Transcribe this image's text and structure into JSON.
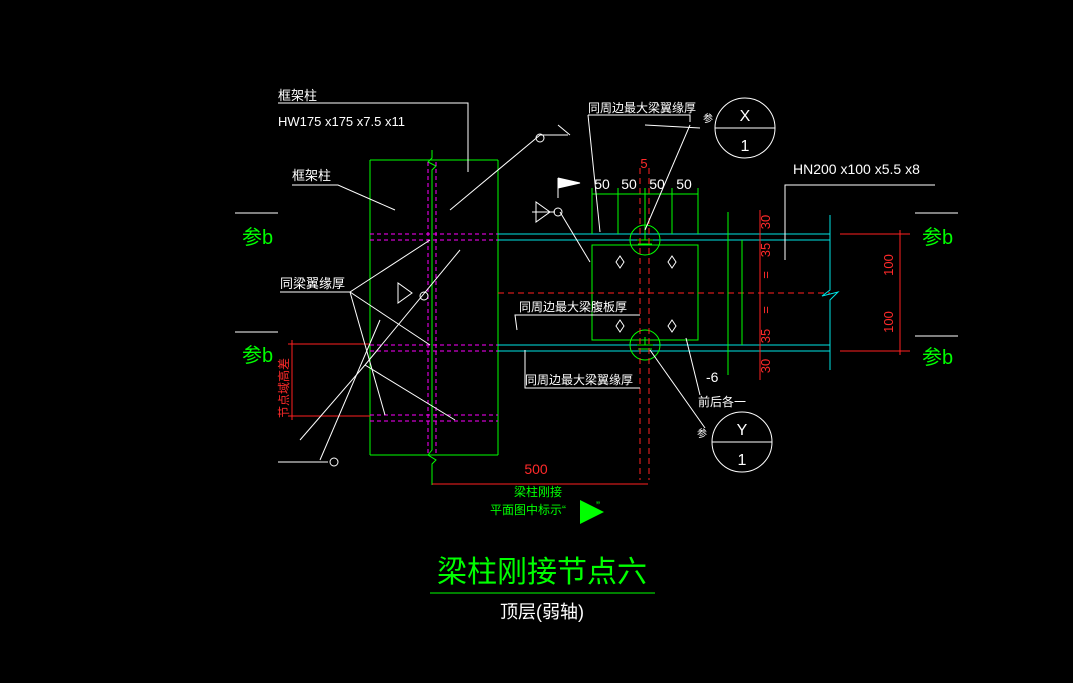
{
  "colors": {
    "background": "#000000",
    "column": "#00ff00",
    "beam": "#00e5e5",
    "stiffener": "#ff00ff",
    "dimension": "#ff2020",
    "leader": "#ffffff",
    "symbol": "#00ff00"
  },
  "labels": {
    "frame_column_title": "框架柱",
    "frame_column_section": "HW175 x175 x7.5 x11",
    "frame_column": "框架柱",
    "same_flange": "同梁翼缘厚",
    "node_height_note": "节点域高差",
    "top_flange_note": "同周边最大梁翼缘厚",
    "web_plate_note": "同周边最大梁腹板厚",
    "bottom_flange_note": "同周边最大梁翼缘厚",
    "beam_section": "HN200 x100 x5.5 x8",
    "plate_thk": "-6",
    "front_back": "前后各一",
    "rigid_note_1": "梁柱刚接",
    "rigid_note_2": "平面图中标示“",
    "rigid_note_3": "”",
    "title": "梁柱刚接节点六",
    "subtitle": "顶层(弱轴)"
  },
  "refs": {
    "ref_b_tl": "参b",
    "ref_b_ml": "参b",
    "ref_b_tr": "参b",
    "ref_b_br": "参b",
    "ref_x_prefix": "参",
    "ref_x_top": "X",
    "ref_x_bottom": "1",
    "ref_y_prefix": "参",
    "ref_y_top": "Y",
    "ref_y_bottom": "1"
  },
  "dims": {
    "d5": "5",
    "d50a": "50",
    "d50b": "50",
    "d50c": "50",
    "d50d": "50",
    "d500": "500",
    "d100a": "100",
    "d100b": "100",
    "d30a": "30",
    "d35a": "35",
    "deq1": "=",
    "deq2": "=",
    "d35b": "35",
    "d30b": "30"
  }
}
